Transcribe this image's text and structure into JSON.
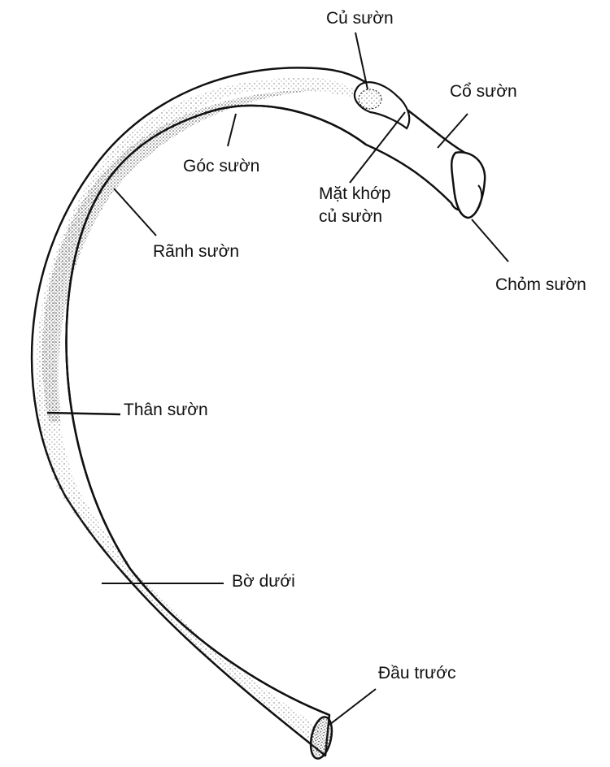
{
  "diagram": {
    "labels": {
      "tubercle": "Củ sườn",
      "neck": "Cổ sườn",
      "angle": "Góc sườn",
      "tubercle_facet_line1": "Mặt khớp",
      "tubercle_facet_line2": "củ sườn",
      "groove": "Rãnh sườn",
      "head": "Chỏm sườn",
      "shaft": "Thân sườn",
      "lower_border": "Bờ dưới",
      "anterior_end": "Đầu trước"
    },
    "colors": {
      "stroke": "#111111",
      "background": "#ffffff",
      "stipple": "#555555"
    }
  }
}
